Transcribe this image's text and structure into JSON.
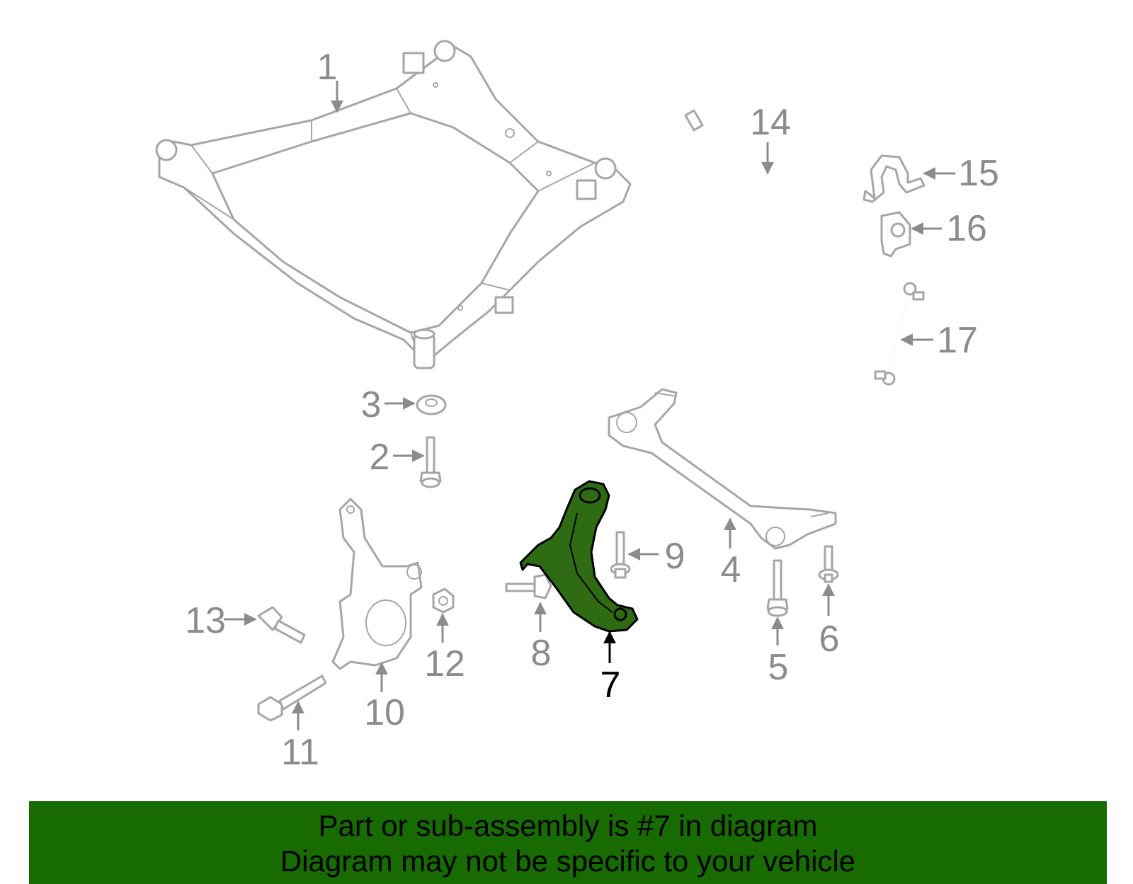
{
  "highlight_color": "#2e6b12",
  "banner": {
    "background": "#176b00",
    "line1": "Part or sub-assembly is #7 in diagram",
    "line2": "Diagram may not be specific to your vehicle"
  },
  "callouts": {
    "c1": "1",
    "c2": "2",
    "c3": "3",
    "c4": "4",
    "c5": "5",
    "c6": "6",
    "c7": "7",
    "c8": "8",
    "c9": "9",
    "c10": "10",
    "c11": "11",
    "c12": "12",
    "c13": "13",
    "c14": "14",
    "c15": "15",
    "c16": "16",
    "c17": "17"
  }
}
